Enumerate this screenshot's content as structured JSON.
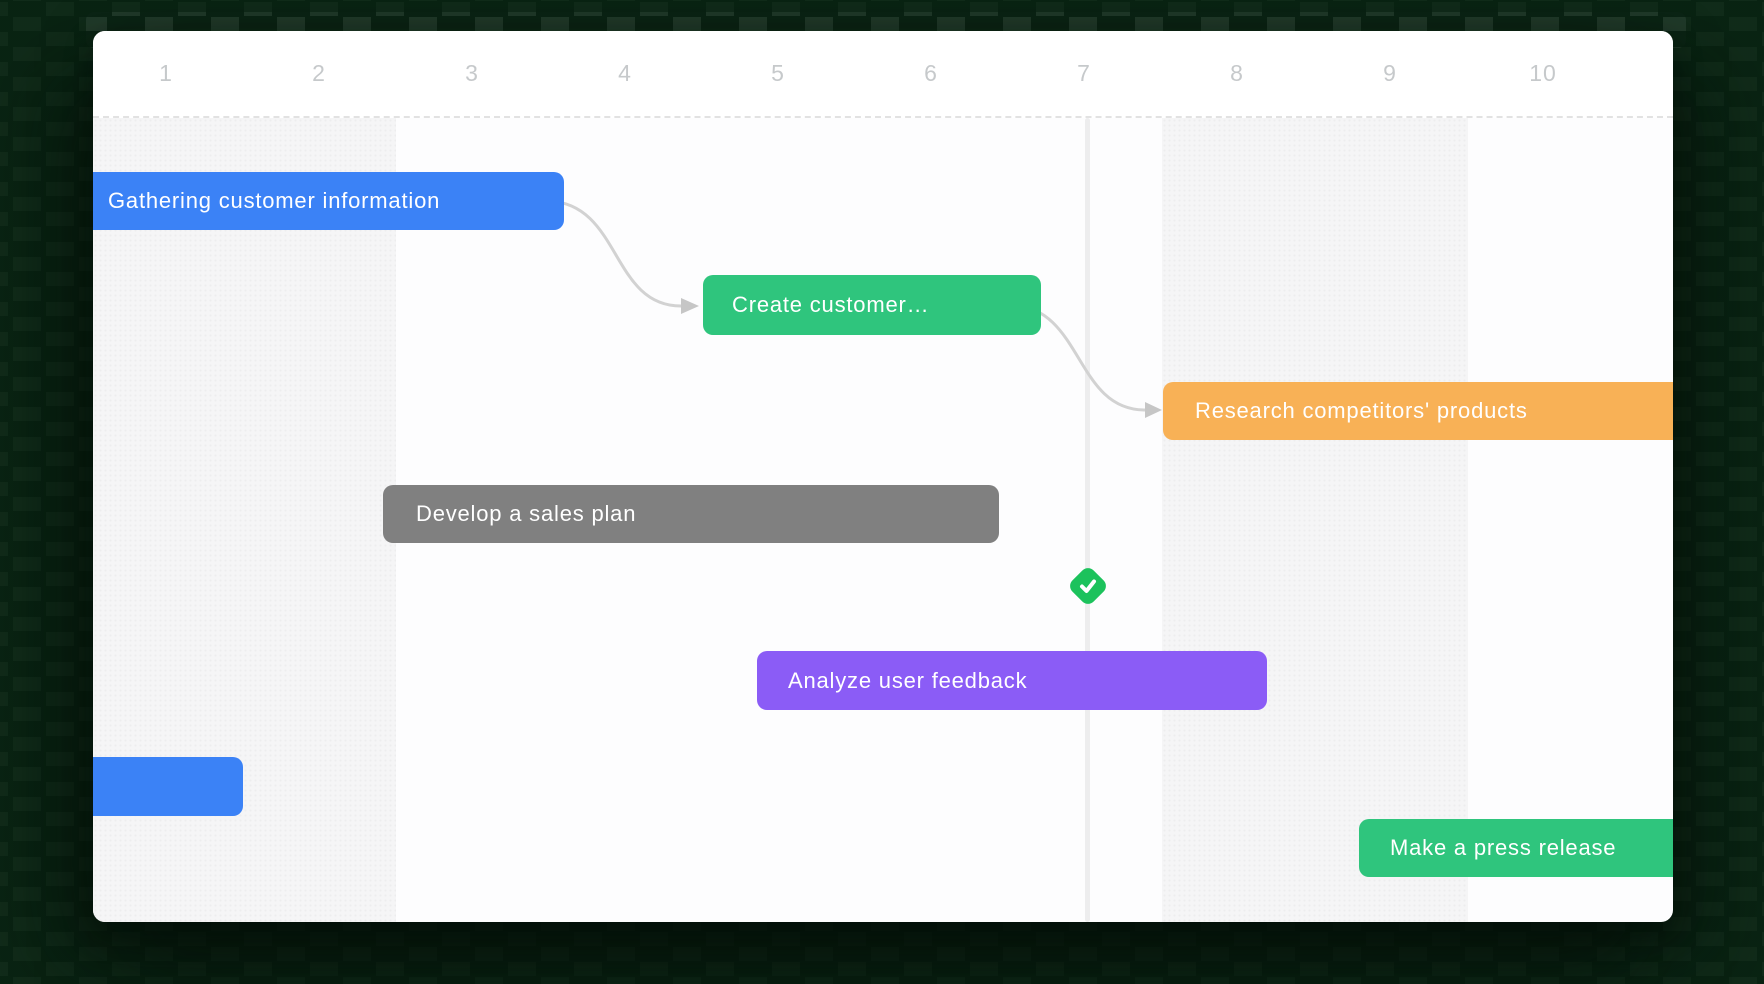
{
  "background": {
    "base_color": "#44644d",
    "dash_color": "#082212",
    "accent_strip_color": "#b7cfbe"
  },
  "timeline": {
    "column_labels": [
      "1",
      "2",
      "3",
      "4",
      "5",
      "6",
      "7",
      "8",
      "9",
      "10"
    ],
    "header_text_color": "#c6c9cb",
    "current_line_color": "#ededee",
    "band_color": "#f5f5f6"
  },
  "tasks": [
    {
      "label": "Gathering customer information",
      "color": "#3b82f6"
    },
    {
      "label": "Create customer…",
      "color": "#2fc57d"
    },
    {
      "label": "Research competitors' products",
      "color": "#f8b156"
    },
    {
      "label": "Develop a sales plan",
      "color": "#808080"
    },
    {
      "label": "Analyze user feedback",
      "color": "#8b5cf6"
    },
    {
      "label": "",
      "color": "#3b82f6"
    },
    {
      "label": "Make a press release",
      "color": "#2fc57d"
    }
  ],
  "dependencies": [
    {
      "from": "Gathering customer information",
      "to": "Create customer…"
    },
    {
      "from": "Create customer…",
      "to": "Research competitors' products"
    }
  ],
  "milestone": {
    "icon": "check-icon",
    "color": "#1cc25c"
  },
  "connector_color": "#d2d2d2",
  "arrowhead_color": "#c6c6c6"
}
